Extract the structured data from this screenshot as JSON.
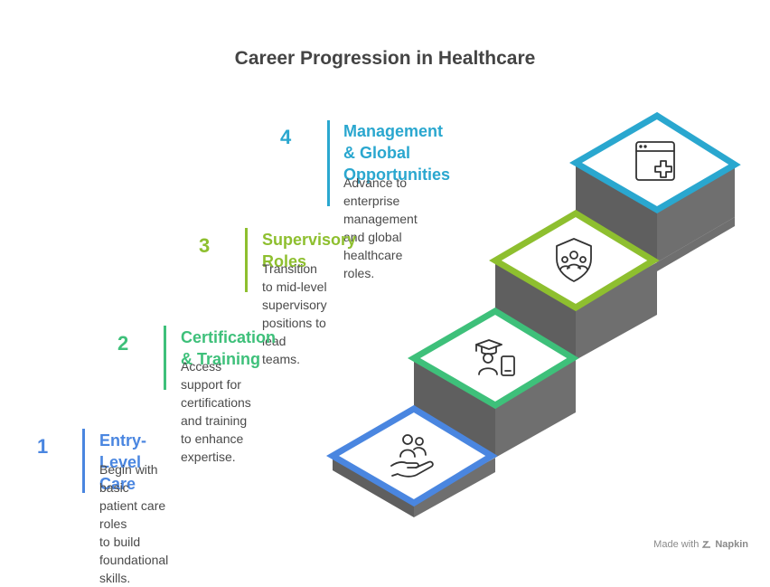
{
  "title": "Career Progression in Healthcare",
  "steps": [
    {
      "number": "1",
      "title": "Entry-Level Care",
      "description_lines": [
        "Begin with basic patient care roles",
        "to build foundational skills."
      ],
      "icon": "hand-with-people-icon",
      "color": "#4a86e0"
    },
    {
      "number": "2",
      "title": "Certification & Training",
      "description_lines": [
        "Access support for certifications",
        "and training to enhance expertise."
      ],
      "icon": "graduate-with-certificate-icon",
      "color": "#3ec07a"
    },
    {
      "number": "3",
      "title": "Supervisory Roles",
      "description_lines": [
        "Transition to mid-level supervisory",
        "positions to lead teams."
      ],
      "icon": "team-shield-icon",
      "color": "#8ebf2f"
    },
    {
      "number": "4",
      "title_lines": [
        "Management & Global",
        "Opportunities"
      ],
      "description_lines": [
        "Advance to enterprise management",
        "and global healthcare roles."
      ],
      "icon": "medical-window-icon",
      "color": "#2aa7cf"
    }
  ],
  "footer": {
    "made_with": "Made with",
    "brand": "Napkin"
  }
}
